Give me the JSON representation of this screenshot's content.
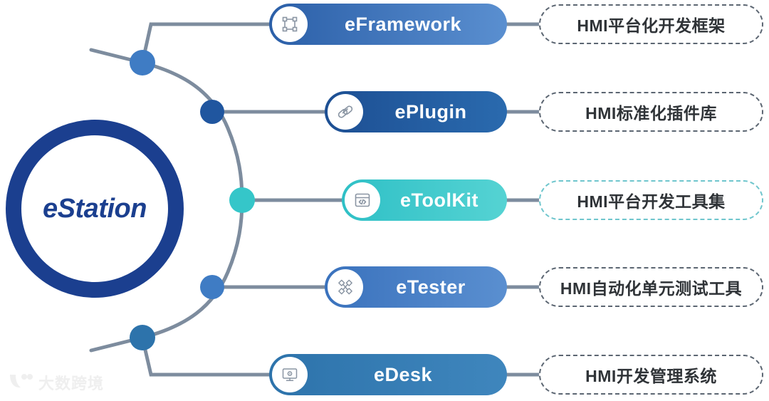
{
  "hub": {
    "label": "eStation",
    "color": "#1b3f8f"
  },
  "watermark": {
    "text": "大数跨境",
    "logo_icon": "leaf-dots-logo-icon"
  },
  "nodes": [
    {
      "id": "eframework",
      "label": "eFramework",
      "icon": "bounding-box-icon",
      "dot_color": "#3f7cc4",
      "pill_from": "#2b5fa8",
      "pill_to": "#5a8fd0",
      "description": "HMI平台化开发框架",
      "desc_border": "#5c6672"
    },
    {
      "id": "eplugin",
      "label": "ePlugin",
      "icon": "chain-link-icon",
      "dot_color": "#20569f",
      "pill_from": "#1d4f93",
      "pill_to": "#2a6aae",
      "description": "HMI标准化插件库",
      "desc_border": "#5c6672"
    },
    {
      "id": "etoolkit",
      "label": "eToolKit",
      "icon": "code-window-icon",
      "dot_color": "#35c6c9",
      "pill_from": "#2fc0c6",
      "pill_to": "#55d3d3",
      "description": "HMI平台开发工具集",
      "desc_border": "#6fc6cd"
    },
    {
      "id": "etester",
      "label": "eTester",
      "icon": "sitemap-nodes-icon",
      "dot_color": "#3f7cc4",
      "pill_from": "#3a72bd",
      "pill_to": "#5a8fd0",
      "description": "HMI自动化单元测试工具",
      "desc_border": "#5c6672"
    },
    {
      "id": "edesk",
      "label": "eDesk",
      "icon": "desktop-gear-icon",
      "dot_color": "#2d73ab",
      "pill_from": "#2d73ab",
      "pill_to": "#3f86bd",
      "description": "HMI开发管理系统",
      "desc_border": "#5c6672"
    }
  ],
  "connector": {
    "color": "#7d8c9e"
  }
}
